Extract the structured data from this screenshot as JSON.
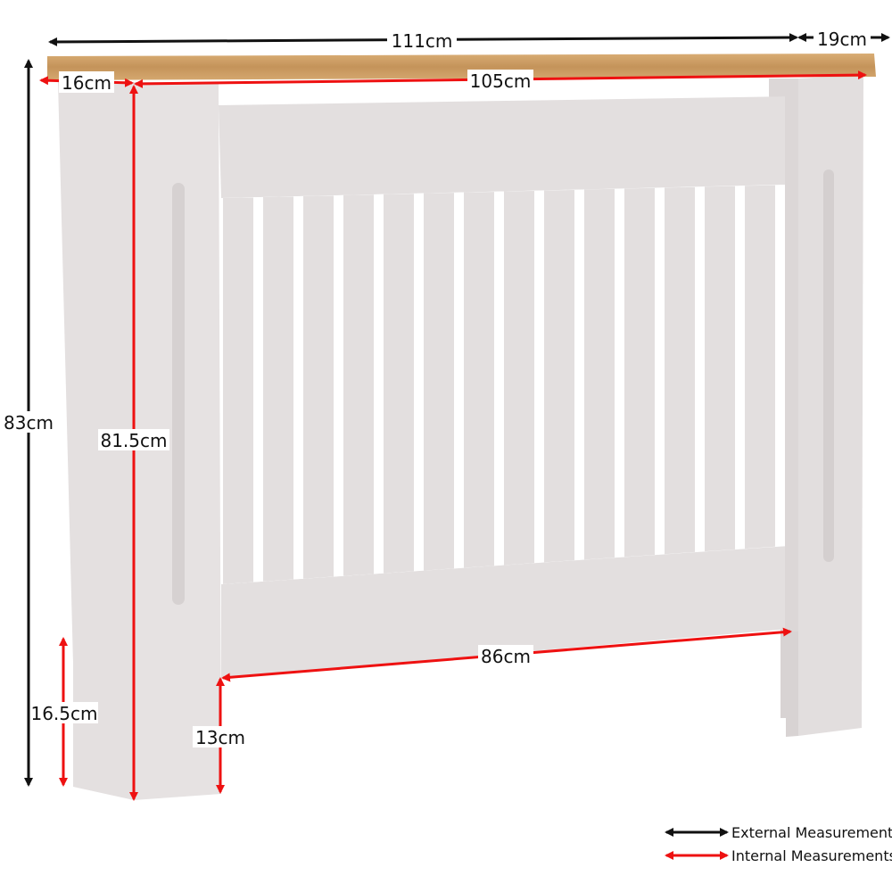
{
  "colors": {
    "external": "#111111",
    "internal": "#ee1111",
    "panel": "#e3dfdf",
    "panel_shade": "#d6d1d1",
    "wood": "#c99a5e"
  },
  "dimensions": {
    "width_external": "111cm",
    "depth_external": "19cm",
    "height_external": "83cm",
    "side_depth_internal": "16cm",
    "width_internal": "105cm",
    "height_internal": "81.5cm",
    "side_foot_height": "16.5cm",
    "front_foot_height": "13cm",
    "opening_width": "86cm"
  },
  "legend": {
    "external_label": "External Measurements",
    "internal_label": "Internal Measurements"
  }
}
